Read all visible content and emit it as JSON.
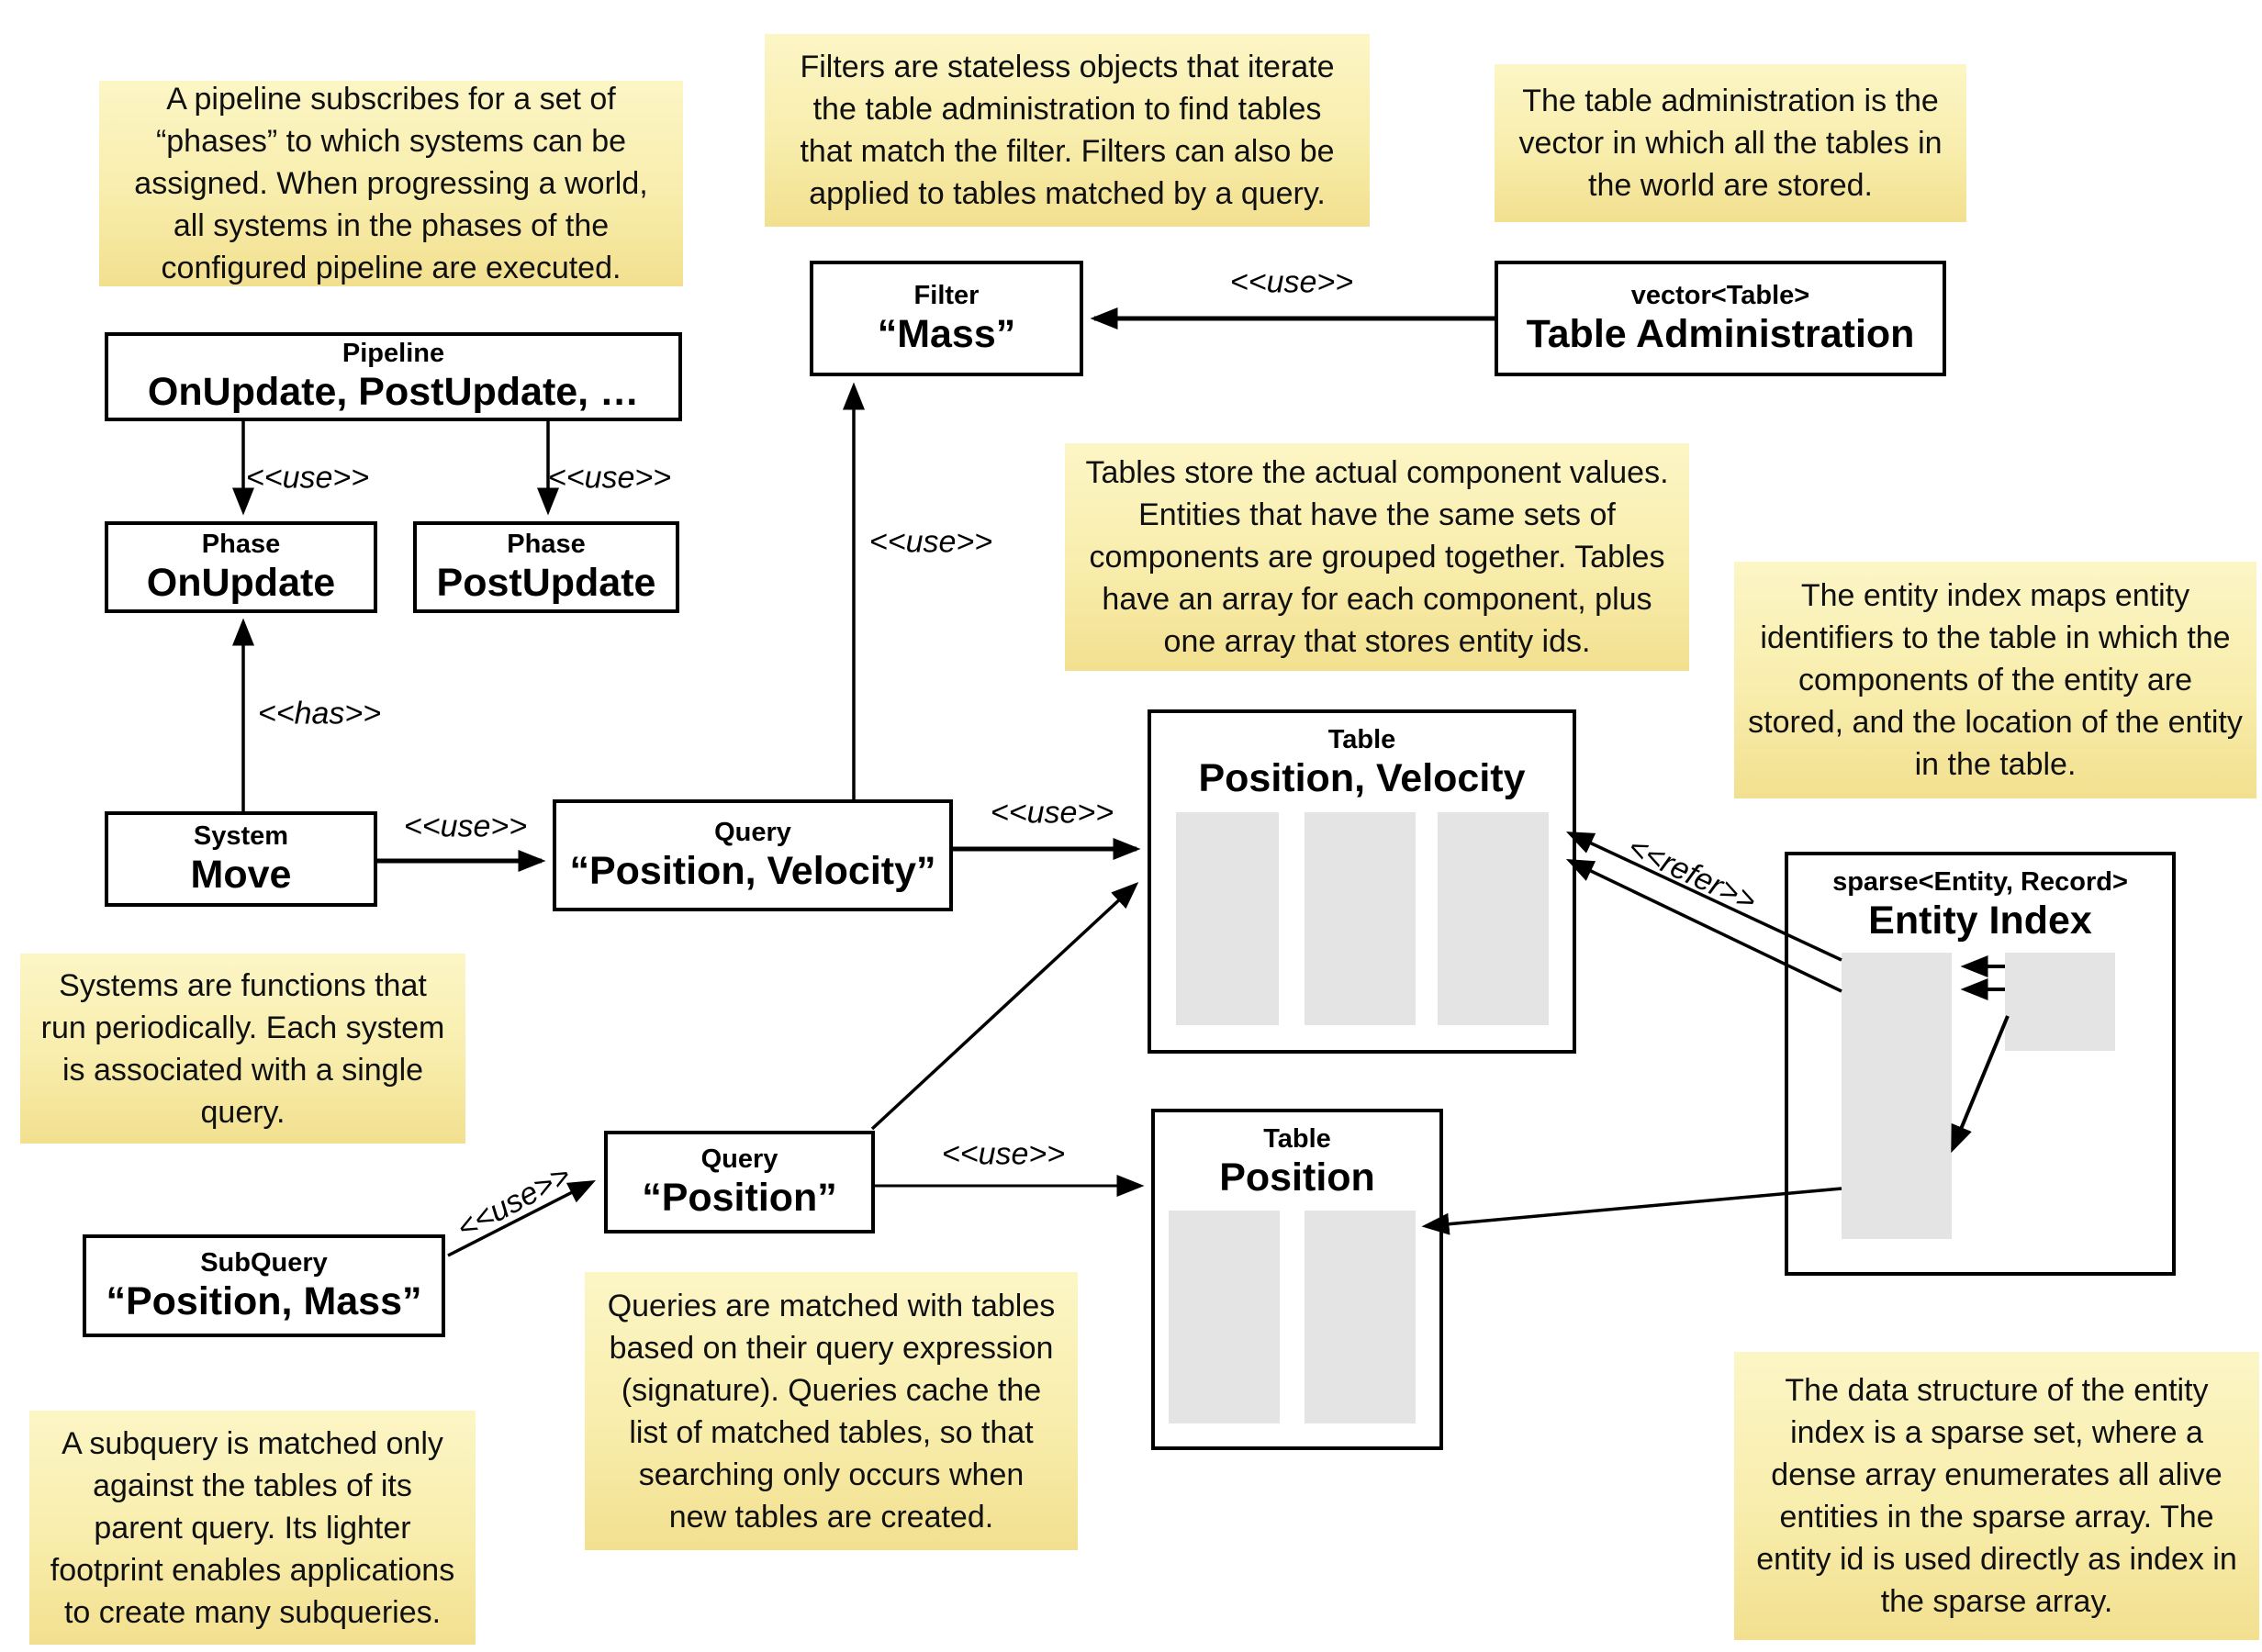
{
  "notes": {
    "pipeline": "A pipeline subscribes for a set of\n“phases” to which systems can be\nassigned. When progressing a world,\nall systems in the phases of the\nconfigured pipeline are executed.",
    "filters": "Filters are stateless objects that iterate\nthe table administration to find tables\nthat match the filter. Filters can also be\napplied to tables matched by a query.",
    "table_administration": "The table administration is the\nvector in which all the tables in\nthe world are stored.",
    "tables": "Tables store the actual component values.\nEntities that have the same sets of\ncomponents are grouped together. Tables\nhave an array for each component, plus\none array that stores entity ids.",
    "entity_index": "The entity index maps entity\nidentifiers to the table in which the\ncomponents of the entity are\nstored, and the location of the entity\nin the table.",
    "systems": "Systems are functions that\nrun periodically. Each system\nis associated with a single\nquery.",
    "queries": "Queries are matched with tables\nbased on their query expression\n(signature). Queries cache the\nlist of matched tables, so that\nsearching only occurs when\nnew tables are created.",
    "subquery": "A subquery is matched only\nagainst the tables of its\nparent query. Its lighter\nfootprint enables applications\nto create many subqueries.",
    "entity_index_structure": "The data structure of the entity\nindex is a sparse set, where a\ndense array enumerates all alive\nentities in the sparse array. The\nentity id is used directly as index in\nthe sparse array."
  },
  "boxes": {
    "pipeline": {
      "title": "Pipeline",
      "value": "OnUpdate, PostUpdate, …"
    },
    "phase_onupdate": {
      "title": "Phase",
      "value": "OnUpdate"
    },
    "phase_postupdate": {
      "title": "Phase",
      "value": "PostUpdate"
    },
    "filter_mass": {
      "title": "Filter",
      "value": "“Mass”"
    },
    "table_admin": {
      "title": "vector<Table>",
      "value": "Table Administration"
    },
    "system_move": {
      "title": "System",
      "value": "Move"
    },
    "query_pos_vel": {
      "title": "Query",
      "value": "“Position, Velocity”"
    },
    "query_pos": {
      "title": "Query",
      "value": "“Position”"
    },
    "subquery": {
      "title": "SubQuery",
      "value": "“Position, Mass”"
    },
    "table_pos_vel": {
      "title": "Table",
      "value": "Position, Velocity"
    },
    "table_pos": {
      "title": "Table",
      "value": "Position"
    },
    "entity_index": {
      "title": "sparse<Entity, Record>",
      "value": "Entity Index"
    }
  },
  "edge_labels": {
    "use": "<<use>>",
    "has": "<<has>>",
    "refer": "<<refer>>"
  },
  "colors": {
    "note_bg_top": "#FCF6C6",
    "note_bg_bottom": "#F2E08F",
    "box_border": "#000000",
    "array_bar": "#E4E4E4",
    "background": "#FFFFFF"
  }
}
